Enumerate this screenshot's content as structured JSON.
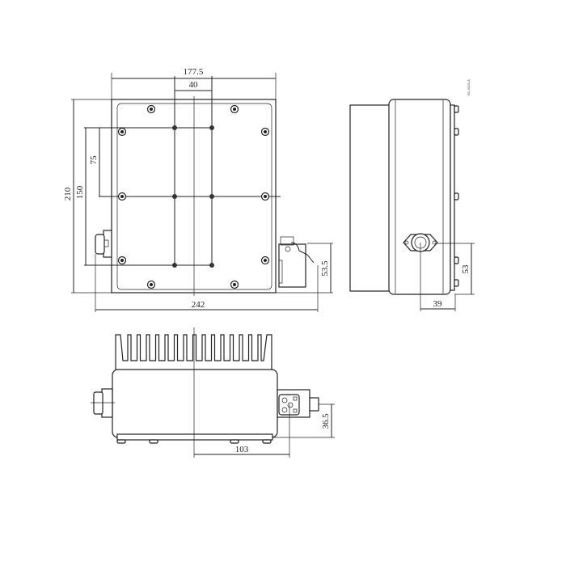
{
  "drawing_code": "BC-0026-A",
  "top_view": {
    "dims": {
      "overall_width": "177.5",
      "hole_spacing_x": "40",
      "overall_height": "210",
      "hole_span_y": "150",
      "hole_pitch_y": "75",
      "overall_length": "242",
      "latch_height": "53.5"
    }
  },
  "side_view": {
    "dims": {
      "connector_height": "53",
      "connector_offset": "39"
    }
  },
  "bottom_view": {
    "dims": {
      "connector_offset": "103",
      "connector_height": "36.5"
    }
  }
}
